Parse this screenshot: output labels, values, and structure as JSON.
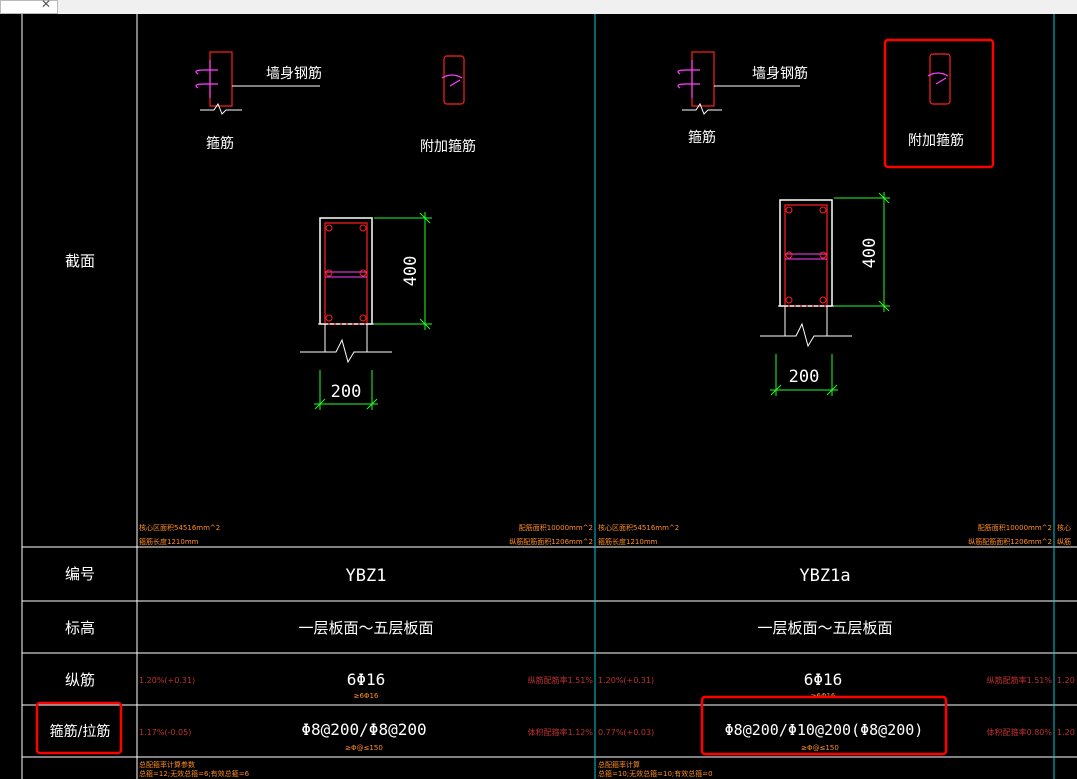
{
  "row_labels": {
    "section": "截面",
    "number": "编号",
    "elevation": "标高",
    "longitudinal": "纵筋",
    "stirrup": "箍筋/拉筋"
  },
  "columns": [
    {
      "callout_wall": "墙身钢筋",
      "callout_stirrup": "箍筋",
      "callout_additional": "附加箍筋",
      "dim_vertical": "400",
      "dim_horizontal": "200",
      "note_bl1": "核心区面积54516mm^2",
      "note_bl2": "箍筋长度1210mm",
      "note_br1": "配筋面积10000mm^2",
      "note_br2": "纵筋配筋面积1206mm^2",
      "number": "YBZ1",
      "elevation": "一层板面～五层板面",
      "longitudinal": "6Φ16",
      "longitudinal_sub": "≥6Φ16",
      "longitudinal_left": "1.20%(+0.31)",
      "longitudinal_right": "纵筋配筋率1.51%",
      "stirrup": "Φ8@200/Φ8@200",
      "stirrup_sub": "≥Φ@≤150",
      "stirrup_left": "1.17%(-0.05)",
      "stirrup_right": "体积配箍率1.12%",
      "bottom1": "总配箍率计算参数",
      "bottom2": "总箍=12;无效总箍=6;有效总箍=6"
    },
    {
      "callout_wall": "墙身钢筋",
      "callout_stirrup": "箍筋",
      "callout_additional": "附加箍筋",
      "dim_vertical": "400",
      "dim_horizontal": "200",
      "note_bl1": "核心区面积54516mm^2",
      "note_bl2": "箍筋长度1210mm",
      "note_br1": "配筋面积10000mm^2",
      "note_br2": "纵筋配筋面积1206mm^2",
      "number": "YBZ1a",
      "elevation": "一层板面～五层板面",
      "longitudinal": "6Φ16",
      "longitudinal_sub": "≥6Φ16",
      "longitudinal_left": "1.20%(+0.31)",
      "longitudinal_right": "纵筋配筋率1.51%",
      "stirrup": "Φ8@200/Φ10@200(Φ8@200)",
      "stirrup_sub": "≥Φ@≤150",
      "stirrup_left": "0.77%(+0.03)",
      "stirrup_right": "体积配箍率0.80%",
      "bottom1": "总配箍率计算",
      "bottom2": "总箍=10;无效总箍=10;有效总箍=0"
    }
  ],
  "partial_column": {
    "note1": "核心",
    "note2": "纵筋",
    "longitudinal_left": "1.20",
    "stirrup_left": "1.20"
  },
  "colors": {
    "cyan": "#00c8d8",
    "white": "#ffffff",
    "red": "#ff2020",
    "magenta": "#ff40ff",
    "green": "#20ff20",
    "orange": "#ff8c20",
    "dark_red": "#c03030",
    "highlight": "#ff0000"
  }
}
